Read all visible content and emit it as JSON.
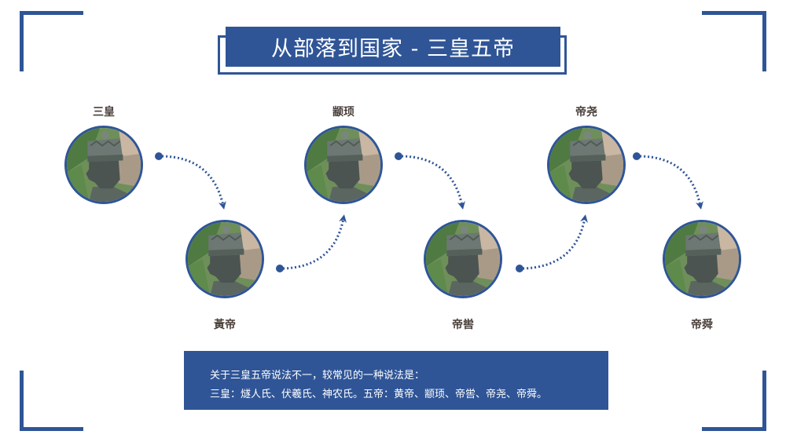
{
  "title": "从部落到国家 - 三皇五帝",
  "colors": {
    "accent": "#2f5597",
    "label": "#4a3f3a",
    "background": "#ffffff"
  },
  "nodes": [
    {
      "label": "三皇",
      "position": "top",
      "icon": "statue-portrait"
    },
    {
      "label": "黃帝",
      "position": "bottom",
      "icon": "statue-portrait"
    },
    {
      "label": "颛顼",
      "position": "top",
      "icon": "statue-portrait"
    },
    {
      "label": "帝喾",
      "position": "bottom",
      "icon": "statue-portrait"
    },
    {
      "label": "帝尧",
      "position": "top",
      "icon": "statue-portrait"
    },
    {
      "label": "帝舜",
      "position": "bottom",
      "icon": "statue-portrait"
    }
  ],
  "connectors": [
    {
      "from": 0,
      "to": 1,
      "icon": "dotted-arrow-down"
    },
    {
      "from": 1,
      "to": 2,
      "icon": "dotted-arrow-up"
    },
    {
      "from": 2,
      "to": 3,
      "icon": "dotted-arrow-down"
    },
    {
      "from": 3,
      "to": 4,
      "icon": "dotted-arrow-up"
    },
    {
      "from": 4,
      "to": 5,
      "icon": "dotted-arrow-down"
    }
  ],
  "info": {
    "line1": "关于三皇五帝说法不一，较常见的一种说法是：",
    "line2": "三皇：燧人氏、伏羲氏、神农氏。五帝：黄帝、颛顼、帝喾、帝尧、帝舜。"
  }
}
